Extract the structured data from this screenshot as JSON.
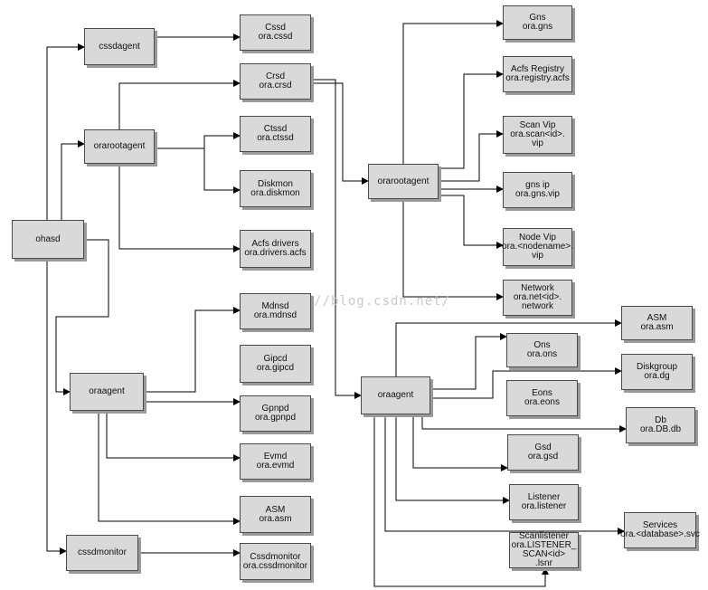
{
  "colors": {
    "box_fill": "#d9d9d9",
    "box_border": "#4a4a4a",
    "shadow": "#9a9a9a",
    "line": "#000000"
  },
  "watermark": "http://blog.csdn.net/",
  "nodes": {
    "ohasd": {
      "lines": [
        "ohasd"
      ]
    },
    "cssdagent": {
      "lines": [
        "cssdagent"
      ]
    },
    "orarootagent1": {
      "lines": [
        "orarootagent"
      ]
    },
    "oraagent1": {
      "lines": [
        "oraagent"
      ]
    },
    "cssdmonitor": {
      "lines": [
        "cssdmonitor"
      ]
    },
    "csd": {
      "lines": [
        "Cssd",
        "ora.cssd"
      ]
    },
    "crsd": {
      "lines": [
        "Crsd",
        "ora.crsd"
      ]
    },
    "ctssd": {
      "lines": [
        "Ctssd",
        "ora.ctssd"
      ]
    },
    "diskmon": {
      "lines": [
        "Diskmon",
        "ora.diskmon"
      ]
    },
    "acfs": {
      "lines": [
        "Acfs drivers",
        "ora.drivers.acfs"
      ]
    },
    "mdnsd": {
      "lines": [
        "Mdnsd",
        "ora.mdnsd"
      ]
    },
    "gipcd": {
      "lines": [
        "Gipcd",
        "ora.gipcd"
      ]
    },
    "gpnpd": {
      "lines": [
        "Gpnpd",
        "ora.gpnpd"
      ]
    },
    "evmd": {
      "lines": [
        "Evmd",
        "ora.evmd"
      ]
    },
    "asm1": {
      "lines": [
        "ASM",
        "ora.asm"
      ]
    },
    "cssdmon_res": {
      "lines": [
        "Cssdmonitor",
        "ora.cssdmonitor"
      ]
    },
    "orarootagent2": {
      "lines": [
        "orarootagent"
      ]
    },
    "oraagent2": {
      "lines": [
        "oraagent"
      ]
    },
    "gns": {
      "lines": [
        "Gns",
        "ora.gns"
      ]
    },
    "acfsreg": {
      "lines": [
        "Acfs Registry",
        "ora.registry.acfs"
      ]
    },
    "scanvip": {
      "lines": [
        "Scan Vip",
        "ora.scan<id>.",
        "vip"
      ]
    },
    "gnsvip": {
      "lines": [
        "gns ip",
        "ora.gns.vip"
      ]
    },
    "nodevip": {
      "lines": [
        "Node Vip",
        "ora.<nodename>.",
        "vip"
      ]
    },
    "network": {
      "lines": [
        "Network",
        "ora.net<id>.",
        "network"
      ]
    },
    "asm2": {
      "lines": [
        "ASM",
        "ora.asm"
      ]
    },
    "ons": {
      "lines": [
        "Ons",
        "ora.ons"
      ]
    },
    "diskgroup": {
      "lines": [
        "Diskgroup",
        "ora.dg"
      ]
    },
    "eons": {
      "lines": [
        "Eons",
        "ora.eons"
      ]
    },
    "db": {
      "lines": [
        "Db",
        "ora.DB.db"
      ]
    },
    "gsd": {
      "lines": [
        "Gsd",
        "ora.gsd"
      ]
    },
    "listener": {
      "lines": [
        "Listener",
        "ora.listener"
      ]
    },
    "services": {
      "lines": [
        "Services",
        "ora.<database>.svc"
      ]
    },
    "scanlistener": {
      "lines": [
        "Scanlistener",
        "ora.LISTENER_",
        "SCAN<id>",
        ".lsnr"
      ]
    }
  }
}
